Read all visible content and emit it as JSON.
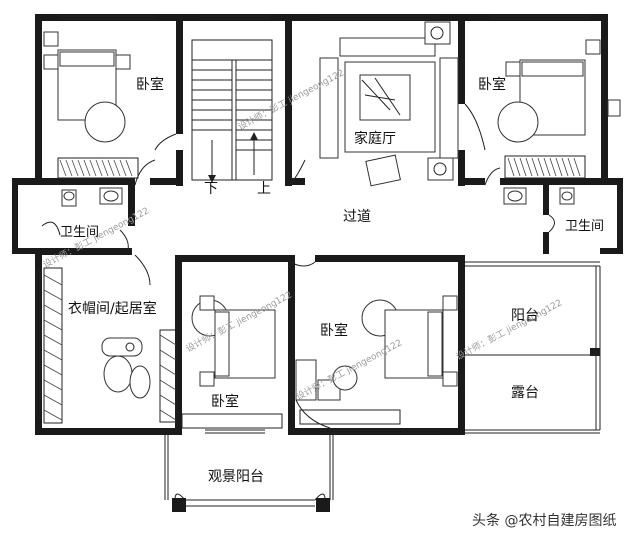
{
  "rooms": {
    "bedroom_nw": "卧室",
    "family_hall": "家庭厅",
    "bedroom_ne": "卧室",
    "stairs_down": "下",
    "stairs_up": "上",
    "corridor": "过道",
    "bathroom_w": "卫生间",
    "bathroom_e": "卫生间",
    "cloakroom": "衣帽间/起居室",
    "bedroom_center": "卧室",
    "bedroom_mid": "卧室",
    "balcony": "阳台",
    "terrace": "露台",
    "view_balcony": "观景阳台"
  },
  "watermark": "设计师：彭工 jiengeong122",
  "credit": "头条 @农村自建房图纸"
}
